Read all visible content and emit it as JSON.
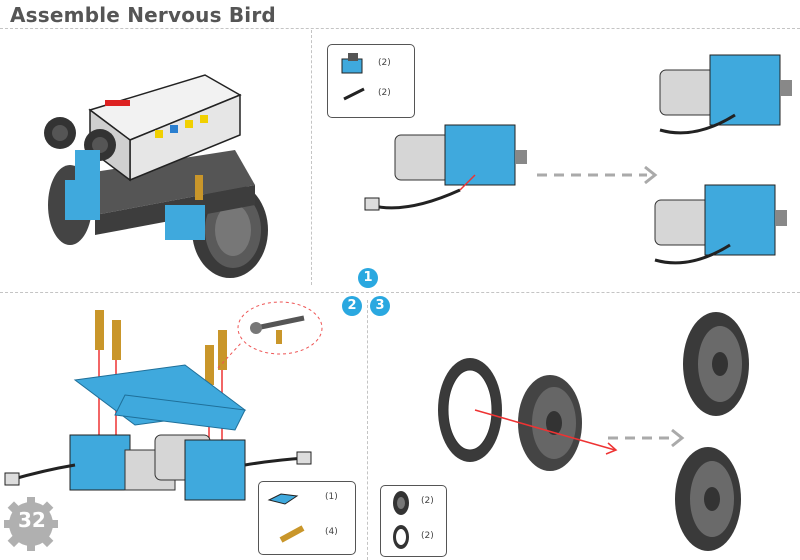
{
  "title": "Assemble Nervous Bird",
  "page_number": "32",
  "steps": [
    "1",
    "2",
    "3"
  ],
  "parts_box_1": [
    "(2)",
    "(2)"
  ],
  "parts_box_2": [
    "(1)",
    "(4)"
  ],
  "parts_box_3": [
    "(2)",
    "(2)"
  ]
}
